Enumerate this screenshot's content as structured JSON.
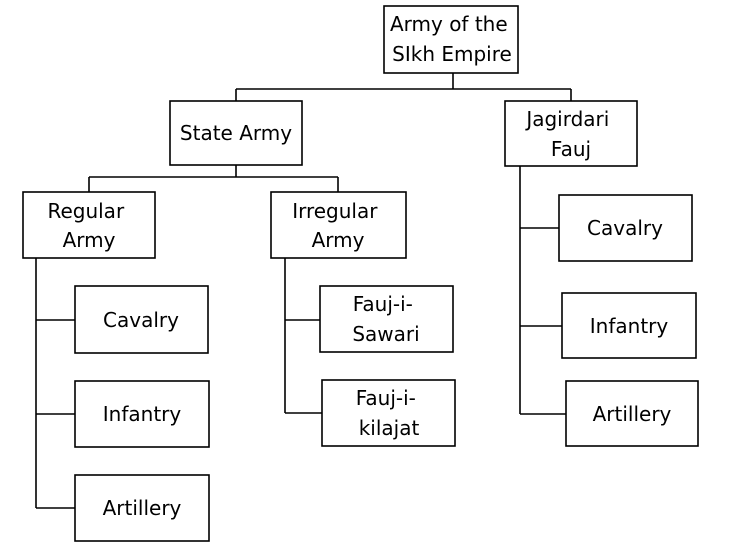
{
  "diagram": {
    "nodes": {
      "root": {
        "label_lines": [
          "Army of the",
          "SIkh Empire"
        ]
      },
      "state_army": {
        "label_lines": [
          "State Army"
        ]
      },
      "jagirdari_fauj": {
        "label_lines": [
          "Jagirdari",
          "Fauj"
        ]
      },
      "regular_army": {
        "label_lines": [
          "Regular",
          "Army"
        ]
      },
      "irregular_army": {
        "label_lines": [
          "Irregular",
          "Army"
        ]
      },
      "regular_cavalry": {
        "label_lines": [
          "Cavalry"
        ]
      },
      "regular_infantry": {
        "label_lines": [
          "Infantry"
        ]
      },
      "regular_artillery": {
        "label_lines": [
          "Artillery"
        ]
      },
      "fauj_i_sawari": {
        "label_lines": [
          "Fauj-i-",
          "Sawari"
        ]
      },
      "fauj_i_kilajat": {
        "label_lines": [
          "Fauj-i-",
          "kilajat"
        ]
      },
      "jagirdari_cavalry": {
        "label_lines": [
          "Cavalry"
        ]
      },
      "jagirdari_infantry": {
        "label_lines": [
          "Infantry"
        ]
      },
      "jagirdari_artillery": {
        "label_lines": [
          "Artillery"
        ]
      }
    }
  }
}
